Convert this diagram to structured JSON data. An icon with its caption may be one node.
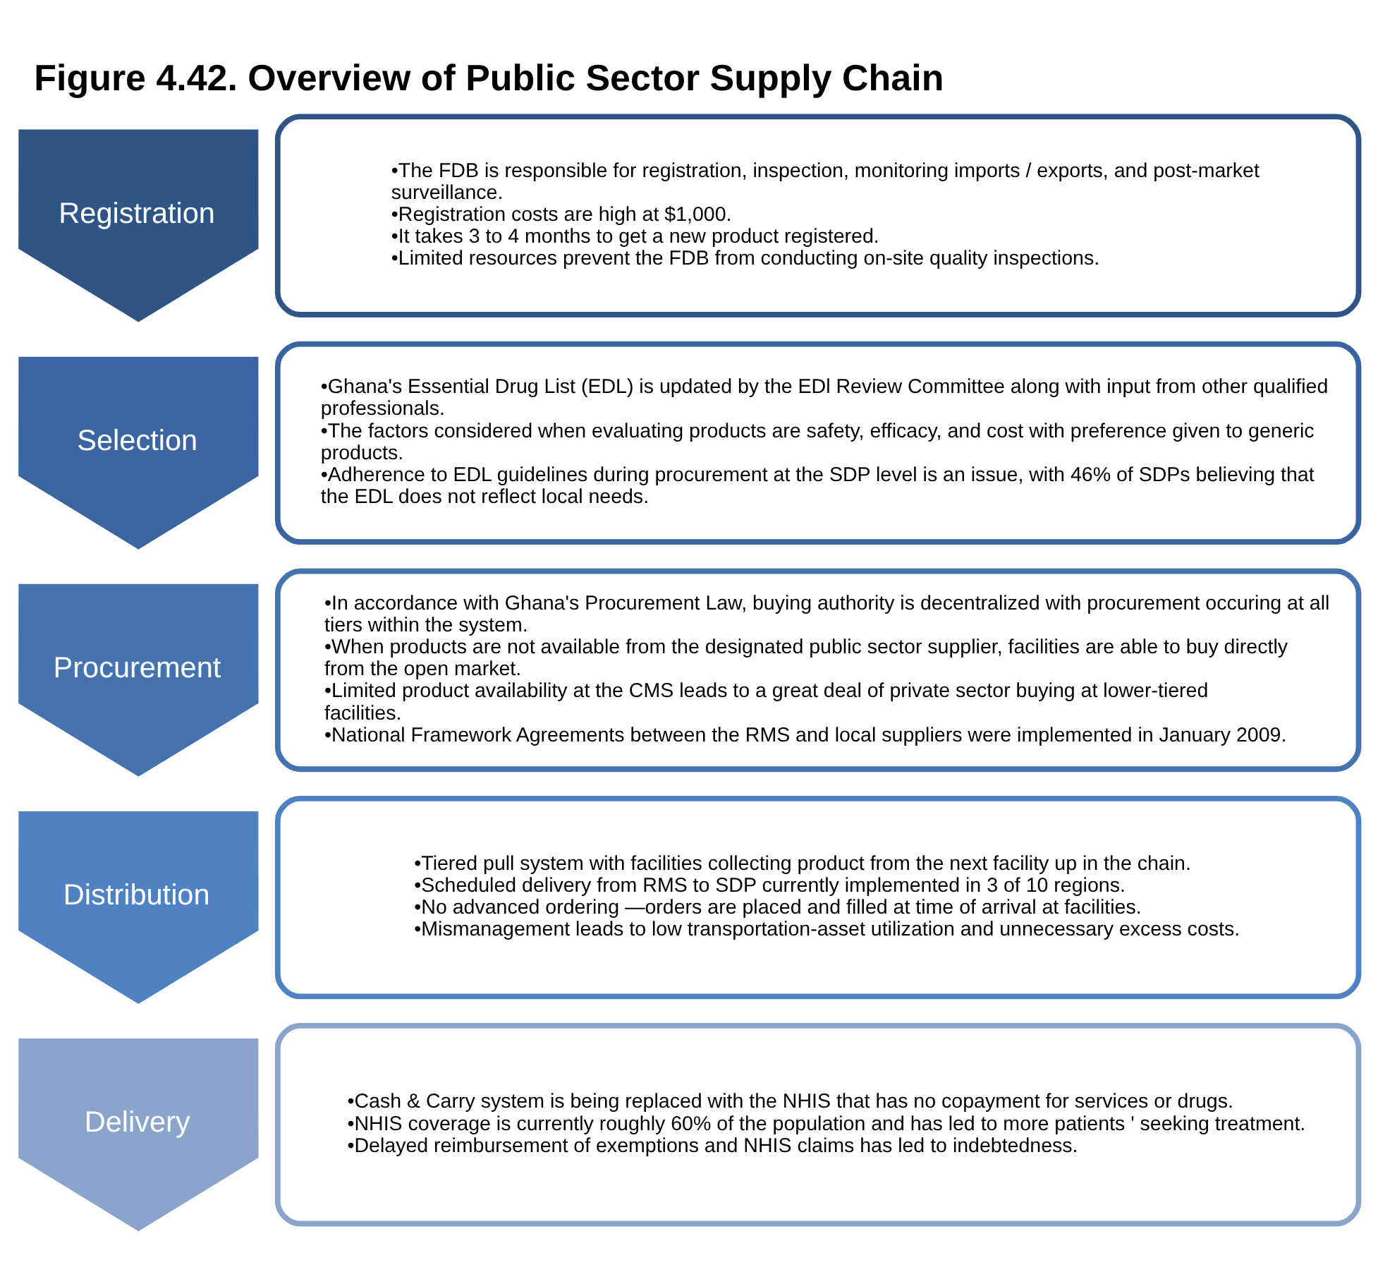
{
  "diagram": {
    "title": "Figure 4.42. Overview of Public Sector Supply Chain",
    "nodes": [
      {
        "text": [
          "Registration"
        ]
      },
      {
        "text": [
          "•The FDB is responsible for registration, inspection, monitoring imports / exports, and post-market surveillance.",
          "•Registration costs are high at $1,000.",
          "•It takes 3 to 4 months to get a new product registered.",
          "•Limited resources prevent the FDB from conducting on-site quality inspections."
        ]
      },
      {
        "text": [
          "Selection"
        ]
      },
      {
        "text": [
          "•Ghana's Essential Drug List (EDL) is updated by the EDl Review Committee along with input from other qualified professionals.",
          "•The factors considered when evaluating products are safety, efficacy, and cost with preference given to generic products.",
          "•Adherence to EDL guidelines during procurement at the SDP level is an issue, with 46% of SDPs believing that the EDL does not reflect local needs."
        ]
      },
      {
        "text": [
          "Procurement"
        ]
      },
      {
        "text": [
          "•In accordance with Ghana's Procurement Law, buying authority is decentralized with procurement occuring at all tiers within the system.",
          "•When products are not available from the designated public sector supplier, facilities are able to buy directly from the open market.",
          "•Limited product availability at the CMS leads to a great deal of private sector buying at lower-tiered facilities.",
          "•National Framework Agreements between the RMS and local suppliers were implemented in January 2009."
        ]
      },
      {
        "text": [
          "Distribution"
        ]
      },
      {
        "text": [
          "•Tiered pull system with facilities collecting product from the next facility up in the chain.",
          "•Scheduled delivery from RMS to SDP currently implemented in 3 of 10 regions.",
          "•No advanced ordering —orders are placed and filled at time of arrival at facilities.",
          "•Mismanagement leads to low transportation-asset utilization and unnecessary excess costs."
        ]
      },
      {
        "text": [
          "Delivery"
        ]
      },
      {
        "text": [
          "•Cash & Carry system is being replaced with the NHIS that has no copayment for services or drugs.",
          "•NHIS coverage is currently roughly 60% of the population and has led to more patients ' seeking treatment.",
          "•Delayed reimbursement of exemptions and NHIS claims has led to indebtedness."
        ]
      }
    ]
  }
}
